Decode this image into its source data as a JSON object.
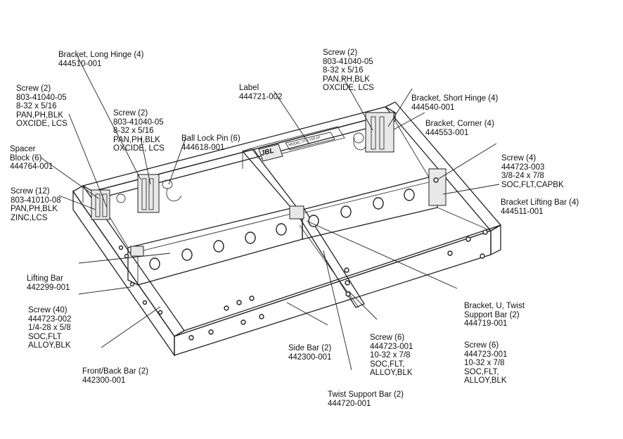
{
  "labels": {
    "bracket_long_hinge": [
      "Bracket, Long Hinge (4)",
      "444510-001"
    ],
    "screw_top_mid": [
      "Screw (2)",
      "803-41040-05",
      "8-32 x 5/16",
      "PAN,PH,BLK",
      "OXCIDE, LCS"
    ],
    "label": [
      "Label",
      "444721-002"
    ],
    "screw_top_left": [
      "Screw (2)",
      "803-41040-05",
      "8-32 x 5/16",
      "PAN,PH,BLK",
      "OXCIDE, LCS"
    ],
    "screw_mid_left": [
      "Screw (2)",
      "803-41040-05",
      "8-32 x 5/16",
      "PAN,PH,BLK",
      "OXCIDE, LCS"
    ],
    "ball_lock_pin": [
      "Ball Lock Pin (6)",
      "444618-001"
    ],
    "bracket_short_hinge": [
      "Bracket, Short Hinge (4)",
      "444540-001"
    ],
    "bracket_corner": [
      "Bracket, Corner (4)",
      "444553-001"
    ],
    "spacer_block": [
      "Spacer",
      "Block (6)",
      "444764-001"
    ],
    "screw_4": [
      "Screw (4)",
      "444723-003",
      "3/8-24 x 7/8",
      "SOC,FLT,CAPBK"
    ],
    "screw_12": [
      "Screw (12)",
      "803-41010-08",
      "PAN,PH,BLK",
      "ZINC,LCS"
    ],
    "bracket_lifting_bar": [
      "Bracket Lifting Bar (4)",
      "444511-001"
    ],
    "lifting_bar": [
      "Lifting Bar",
      "442299-001"
    ],
    "screw_40": [
      "Screw (40)",
      "444723-002",
      "1/4-28 x 5/8",
      "SOC,FLT",
      "ALLOY,BLK"
    ],
    "bracket_u_twist": [
      "Bracket, U, Twist",
      "Support Bar (2)",
      "444719-001"
    ],
    "screw_6_a": [
      "Screw (6)",
      "444723-001",
      "10-32 x 7/8",
      "SOC,FLT,",
      "ALLOY,BLK"
    ],
    "screw_6_b": [
      "Screw (6)",
      "444723-001",
      "10-32 x 7/8",
      "SOC,FLT,",
      "ALLOY,BLK"
    ],
    "side_bar": [
      "Side Bar (2)",
      "442300-001"
    ],
    "front_back_bar": [
      "Front/Back Bar (2)",
      "442300-001"
    ],
    "twist_support_bar": [
      "Twist Support Bar (2)",
      "444720-001"
    ]
  },
  "brand_logo": "JBL",
  "plate_text": "MODEL VTX-V25 AF"
}
